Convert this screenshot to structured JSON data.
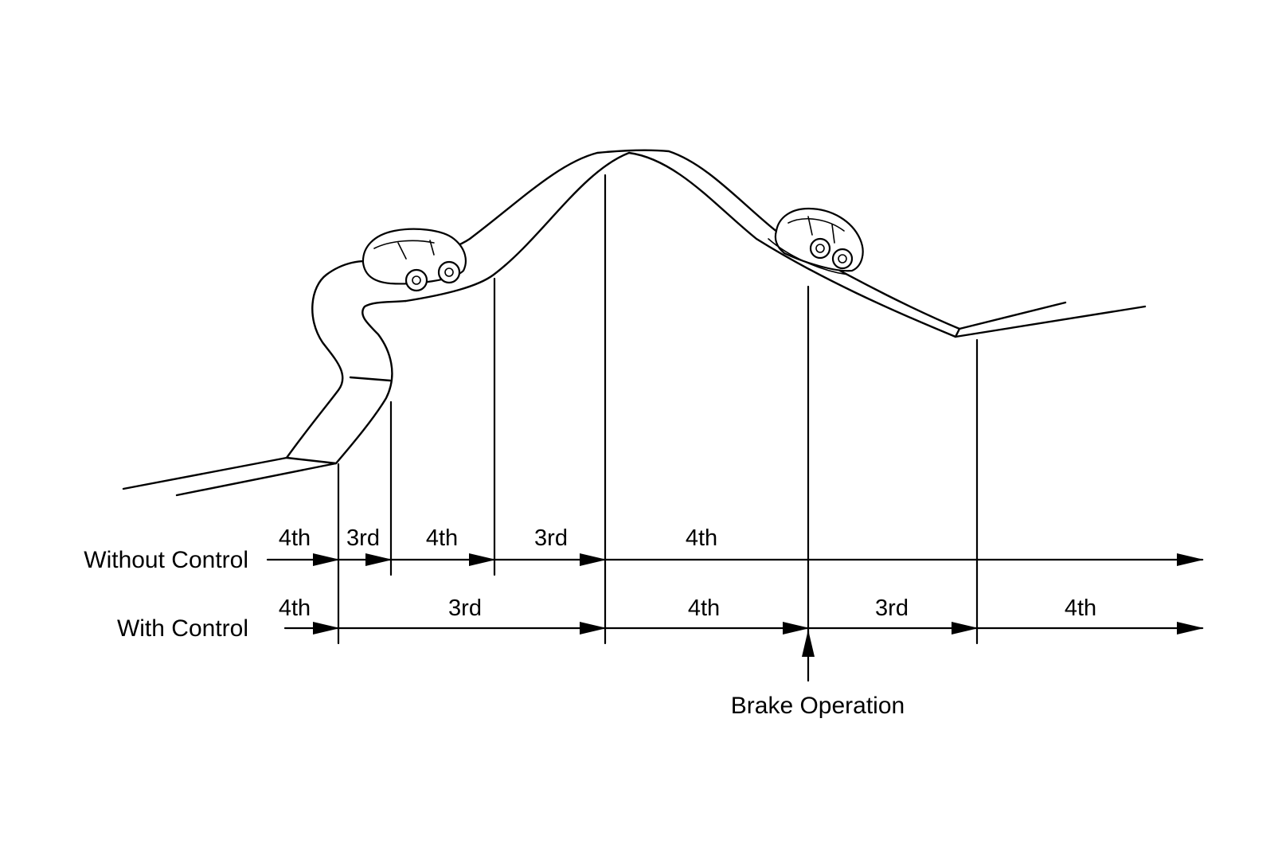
{
  "rows": {
    "without_control": {
      "label": "Without Control",
      "gears": [
        "4th",
        "3rd",
        "4th",
        "3rd",
        "4th"
      ]
    },
    "with_control": {
      "label": "With Control",
      "gears": [
        "4th",
        "3rd",
        "4th",
        "3rd",
        "4th"
      ]
    }
  },
  "annotation": {
    "brake": "Brake Operation"
  },
  "colors": {
    "ink": "#000000",
    "background": "#ffffff"
  }
}
